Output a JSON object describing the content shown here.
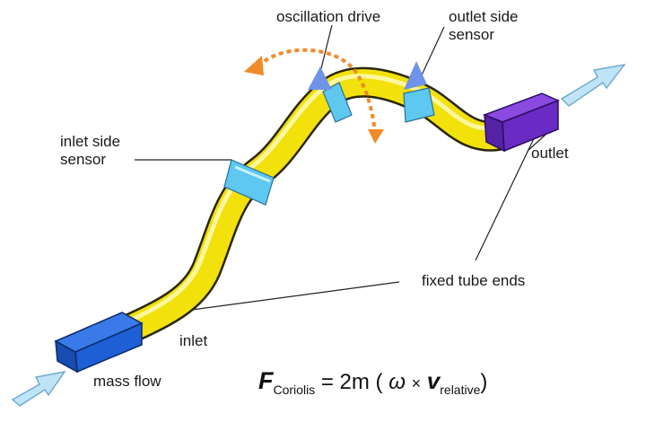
{
  "labels": {
    "oscillation_drive": "oscillation drive",
    "outlet_side_sensor": "outlet side\nsensor",
    "inlet_side_sensor": "inlet side\nsensor",
    "outlet": "outlet",
    "fixed_tube_ends": "fixed tube ends",
    "inlet": "inlet",
    "mass_flow": "mass flow"
  },
  "formula": {
    "force_symbol": "F",
    "force_subscript": "Coriolis",
    "equals_part": "= 2m (",
    "omega": "ω",
    "cross": "×",
    "velocity_symbol": "v",
    "velocity_subscript": "relative",
    "close_paren": ")"
  },
  "colors": {
    "tube": "#f2e10a",
    "tube_outline": "#2a2600",
    "sensor_ring": "#5ec8f0",
    "inlet_block": "#1e5fd6",
    "outlet_block": "#6a2bc4",
    "drive_arrow": "#f08a2a",
    "flow_arrow": "#bfe4f7",
    "drive_marker": "#6f93e8"
  }
}
